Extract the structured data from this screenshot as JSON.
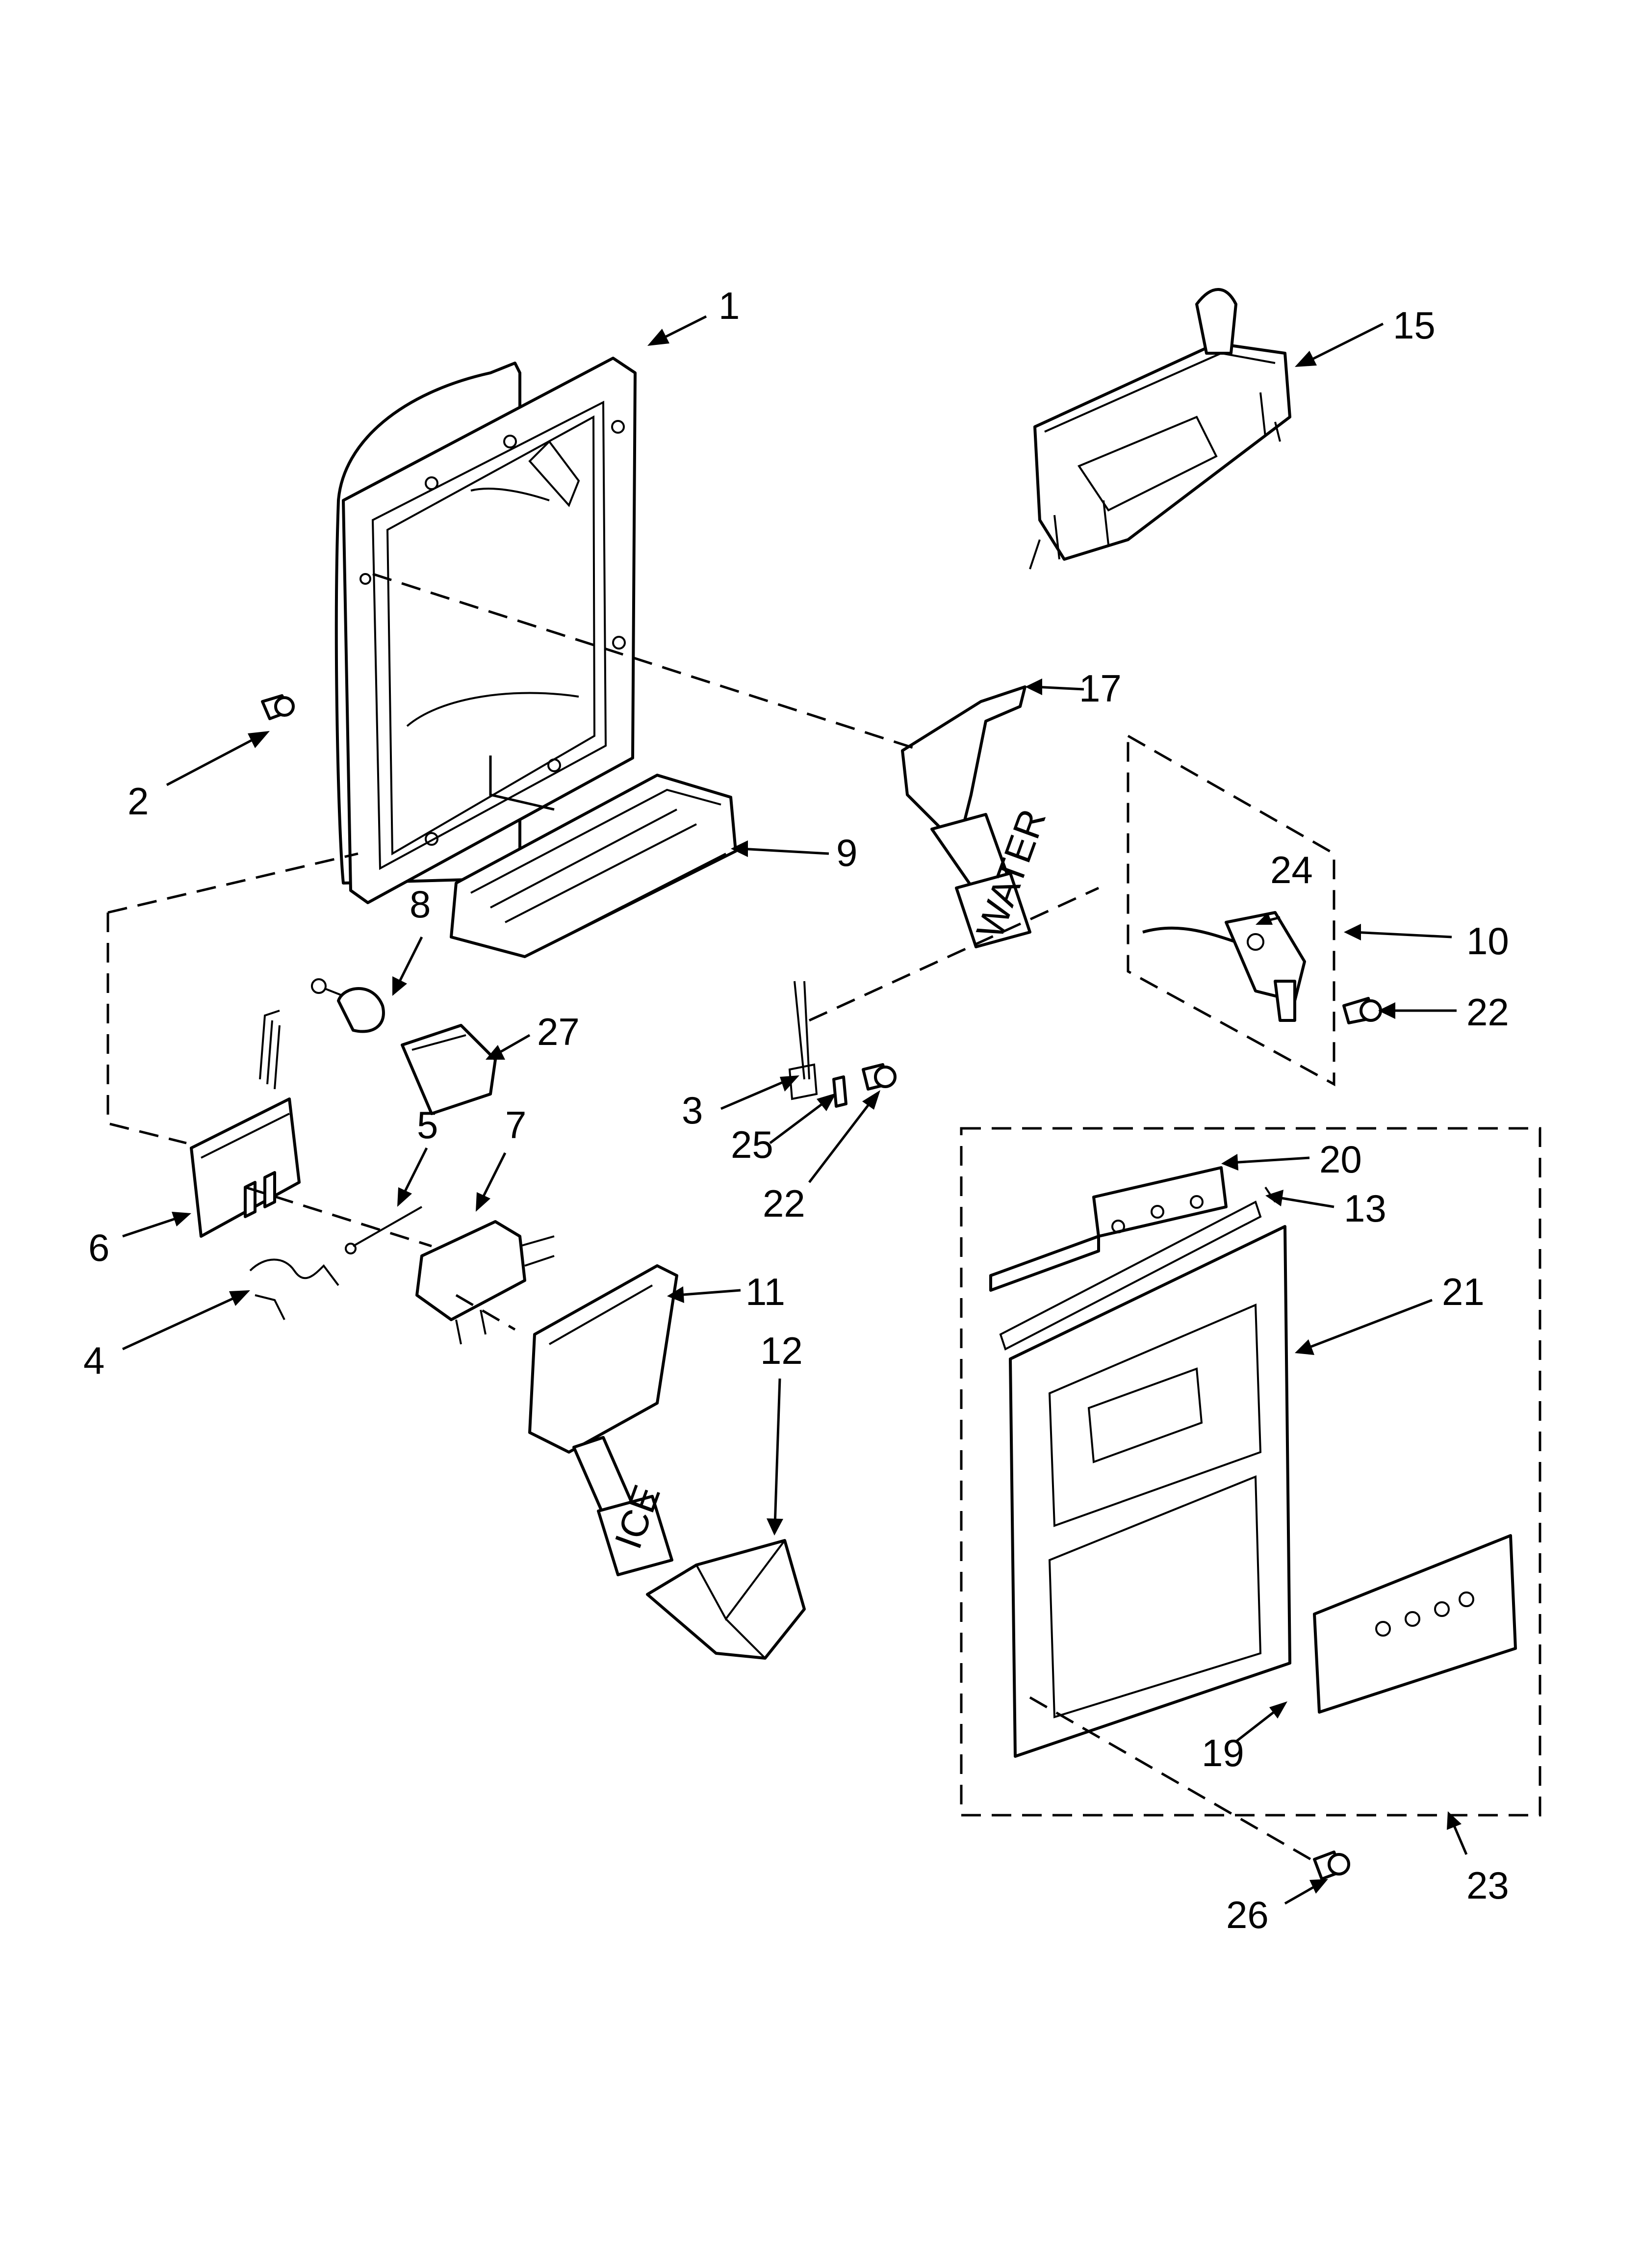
{
  "diagram": {
    "callouts": {
      "c1": "1",
      "c2": "2",
      "c3": "3",
      "c4": "4",
      "c5": "5",
      "c6": "6",
      "c7": "7",
      "c8": "8",
      "c9": "9",
      "c10": "10",
      "c11": "11",
      "c12": "12",
      "c13": "13",
      "c15": "15",
      "c17": "17",
      "c19": "19",
      "c20": "20",
      "c21": "21",
      "c22a": "22",
      "c22b": "22",
      "c23": "23",
      "c24": "24",
      "c25": "25",
      "c26": "26",
      "c27": "27"
    },
    "pad_labels": {
      "water": "WATER",
      "ice": "ICE"
    }
  }
}
